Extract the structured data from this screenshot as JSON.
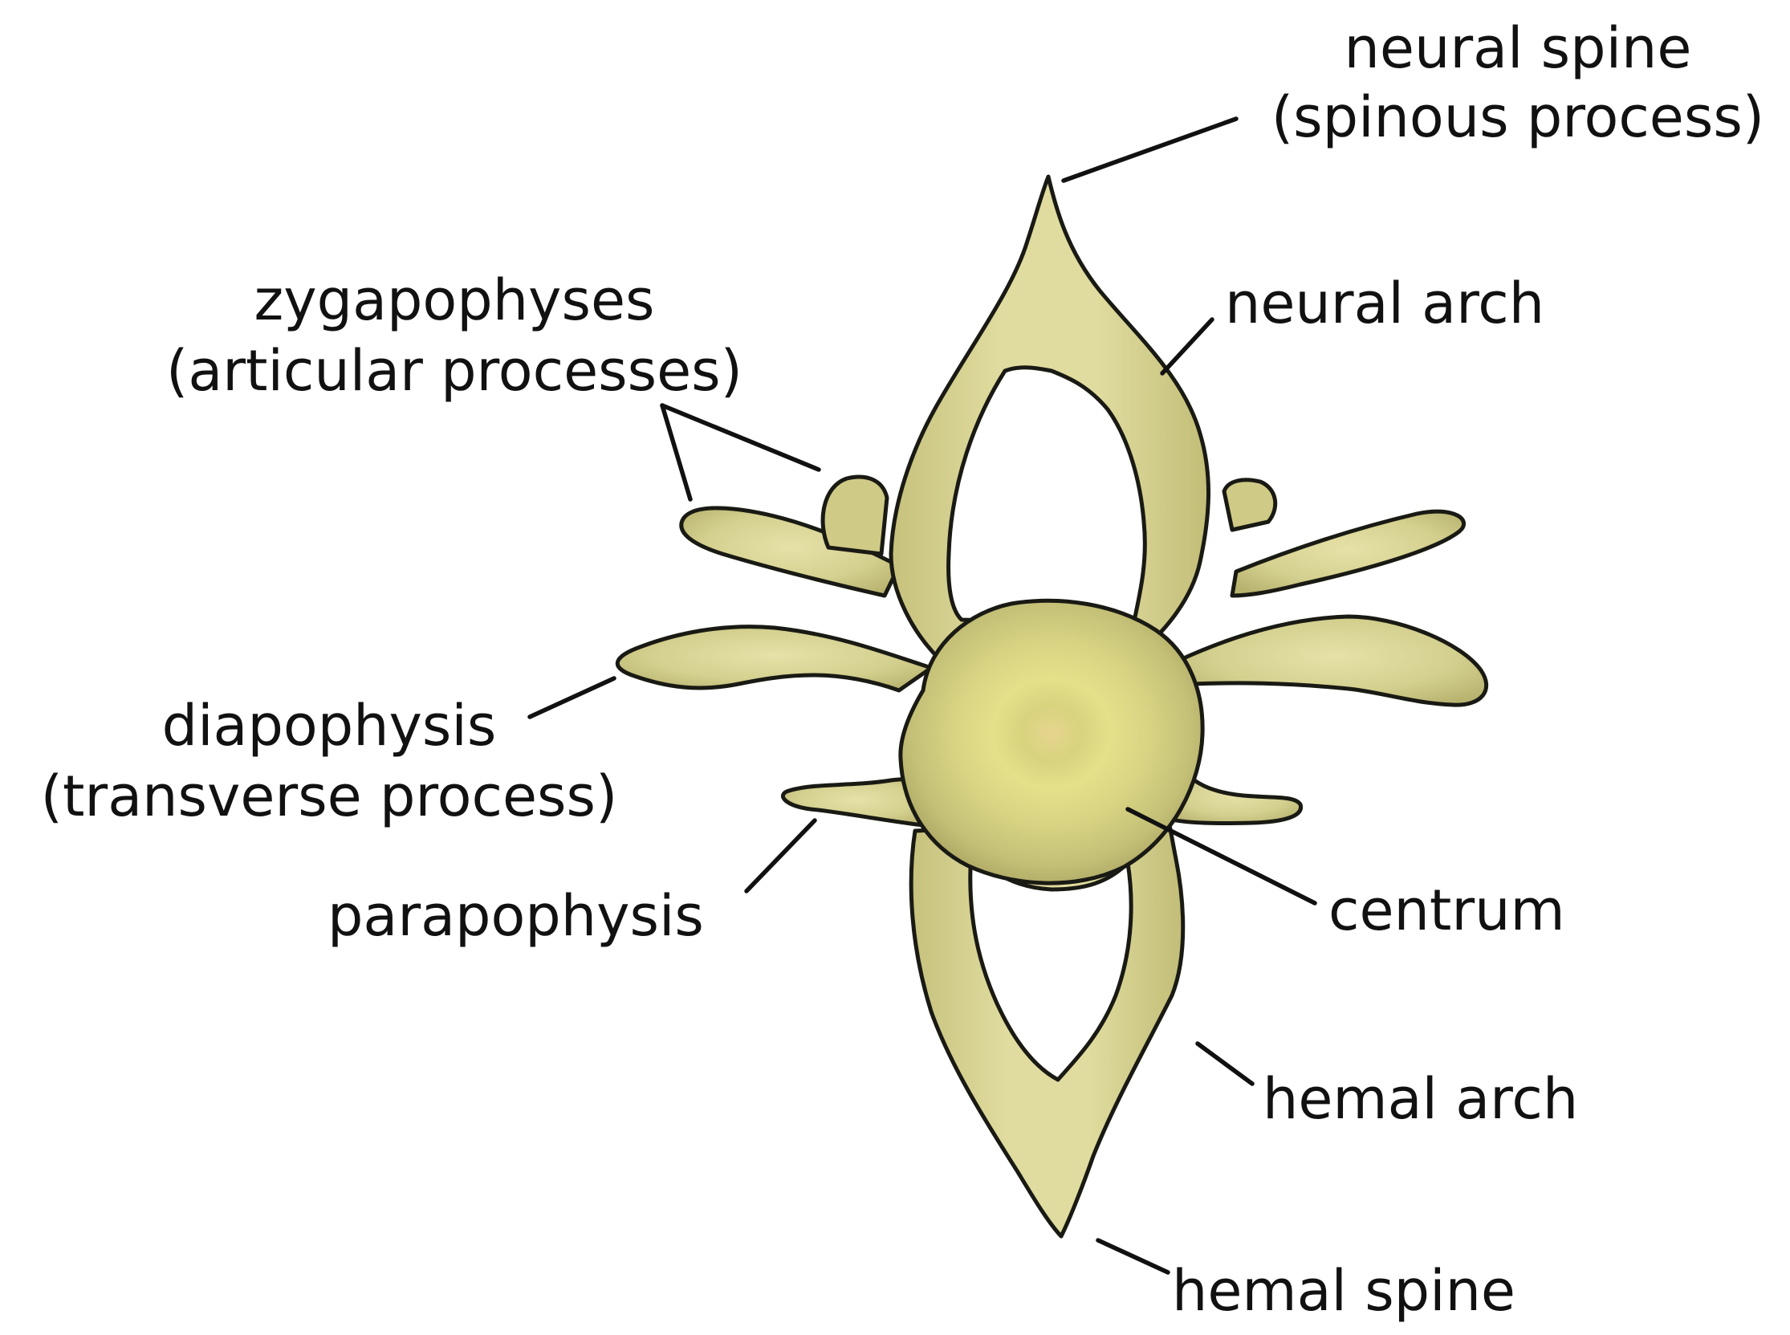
{
  "labels": {
    "neural_spine": [
      "neural spine",
      "(spinous process)"
    ],
    "neural_arch": "neural arch",
    "zygapophyses": [
      "zygapophyses",
      "(articular processes)"
    ],
    "diapophysis": [
      "diapophysis",
      "(transverse process)"
    ],
    "parapophysis": "parapophysis",
    "centrum": "centrum",
    "hemal_arch": "hemal arch",
    "hemal_spine": "hemal spine"
  },
  "colors": {
    "bone_light": "#e6e2a8",
    "bone_mid": "#cfcb8a",
    "bone_shadow": "#b4af6a",
    "centrum_core": "#e3d98a",
    "outline": "#1a1a14",
    "text": "#111111"
  }
}
